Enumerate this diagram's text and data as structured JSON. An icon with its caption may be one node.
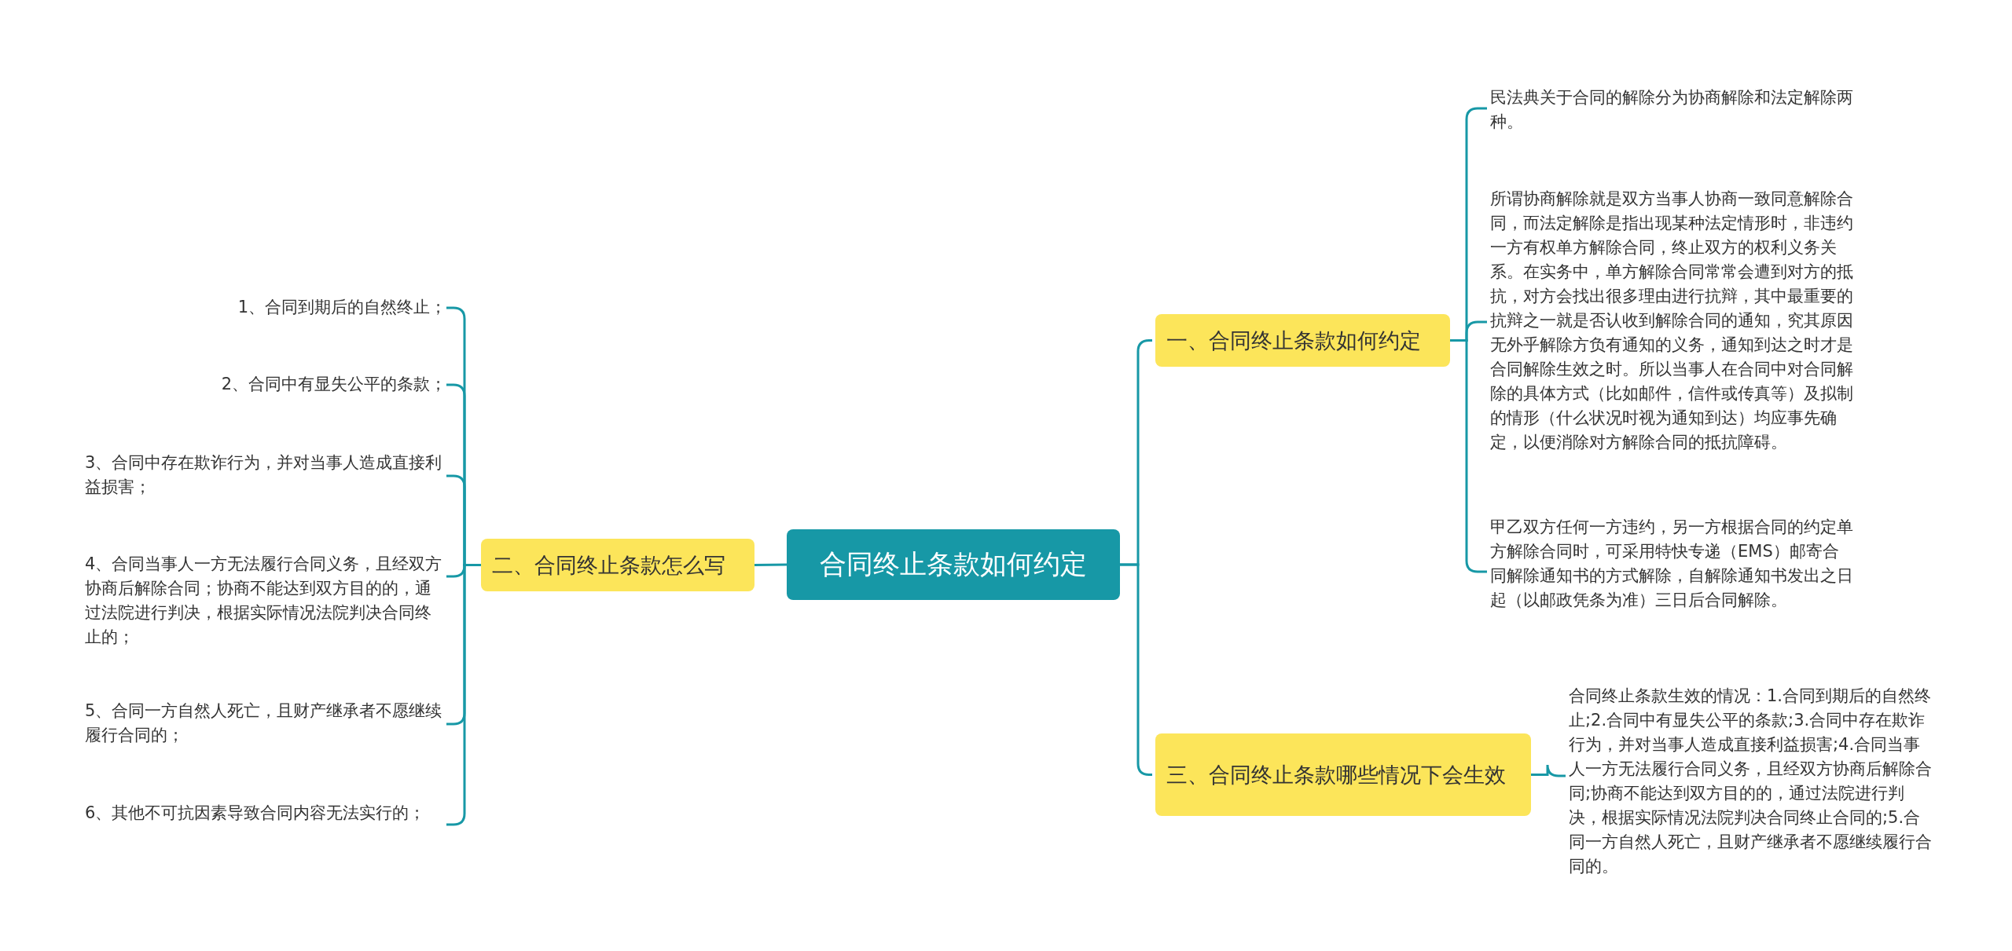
{
  "diagram": {
    "nodes": [
      {
        "text": [
          "合同终止条款如何约定"
        ]
      },
      {
        "text": [
          "二、合同终止条款怎么写"
        ]
      },
      {
        "text": [
          "1、合同到期后的自然终止；"
        ]
      },
      {
        "text": [
          "2、合同中有显失公平的条款；"
        ]
      },
      {
        "text": [
          "3、合同中存在欺诈行为，并对当事人造成直接利益损害；"
        ]
      },
      {
        "text": [
          "4、合同当事人一方无法履行合同义务，且经双方协商后解除合同；协商不能达到双方目的的，通过法院进行判决，根据实际情况法院判决合同终止的；"
        ]
      },
      {
        "text": [
          "5、合同一方自然人死亡，且财产继承者不愿继续履行合同的；"
        ]
      },
      {
        "text": [
          "6、其他不可抗因素导致合同内容无法实行的；"
        ]
      },
      {
        "text": [
          "一、合同终止条款如何约定"
        ]
      },
      {
        "text": [
          "民法典关于合同的解除分为协商解除和法定解除两种。"
        ]
      },
      {
        "text": [
          "所谓协商解除就是双方当事人协商一致同意解除合同，而法定解除是指出现某种法定情形时，非违约一方有权单方解除合同，终止双方的权利义务关系。在实务中，单方解除合同常常会遭到对方的抵抗，对方会找出很多理由进行抗辩，其中最重要的抗辩之一就是否认收到解除合同的通知，究其原因无外乎解除方负有通知的义务，通知到达之时才是合同解除生效之时。所以当事人在合同中对合同解除的具体方式（比如邮件，信件或传真等）及拟制的情形（什么状况时视为通知到达）均应事先确定，以便消除对方解除合同的抵抗障碍。"
        ]
      },
      {
        "text": [
          "甲乙双方任何一方违约，另一方根据合同的约定单方解除合同时，可采用特快专递（EMS）邮寄合同解除通知书的方式解除，自解除通知书发出之日起（以邮政凭条为准）三日后合同解除。"
        ]
      },
      {
        "text": [
          "三、合同终止条款哪些情况下会生效"
        ]
      },
      {
        "text": [
          "合同终止条款生效的情况：1.合同到期后的自然终止;2.合同中有显失公平的条款;3.合同中存在欺诈行为，并对当事人造成直接利益损害;4.合同当事人一方无法履行合同义务，且经双方协商后解除合同;协商不能达到双方目的的，通过法院进行判决，根据实际情况法院判决合同终止合同的;5.合同一方自然人死亡，且财产继承者不愿继续履行合同的。"
        ]
      }
    ],
    "edges": [
      {
        "from": 0,
        "to": 1,
        "arrow": "none"
      },
      {
        "from": 1,
        "to": 2,
        "arrow": "none"
      },
      {
        "from": 1,
        "to": 3,
        "arrow": "none"
      },
      {
        "from": 1,
        "to": 4,
        "arrow": "none"
      },
      {
        "from": 1,
        "to": 5,
        "arrow": "none"
      },
      {
        "from": 1,
        "to": 6,
        "arrow": "none"
      },
      {
        "from": 1,
        "to": 7,
        "arrow": "none"
      },
      {
        "from": 0,
        "to": 8,
        "arrow": "none"
      },
      {
        "from": 8,
        "to": 9,
        "arrow": "none"
      },
      {
        "from": 8,
        "to": 10,
        "arrow": "none"
      },
      {
        "from": 8,
        "to": 11,
        "arrow": "none"
      },
      {
        "from": 0,
        "to": 12,
        "arrow": "none"
      },
      {
        "from": 12,
        "to": 13,
        "arrow": "none"
      }
    ]
  }
}
